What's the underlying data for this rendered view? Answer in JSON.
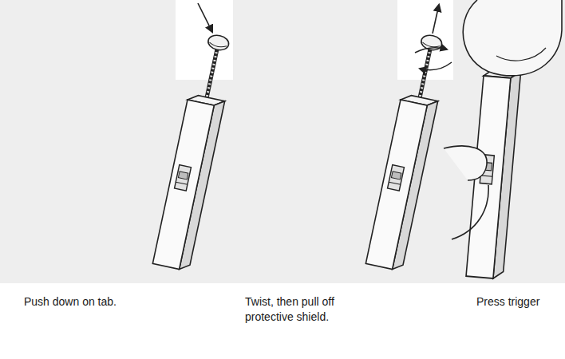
{
  "diagram": {
    "labels": [
      "Push down on tab.",
      "Twist, then pull off protective shield.",
      "Press trigger"
    ]
  }
}
